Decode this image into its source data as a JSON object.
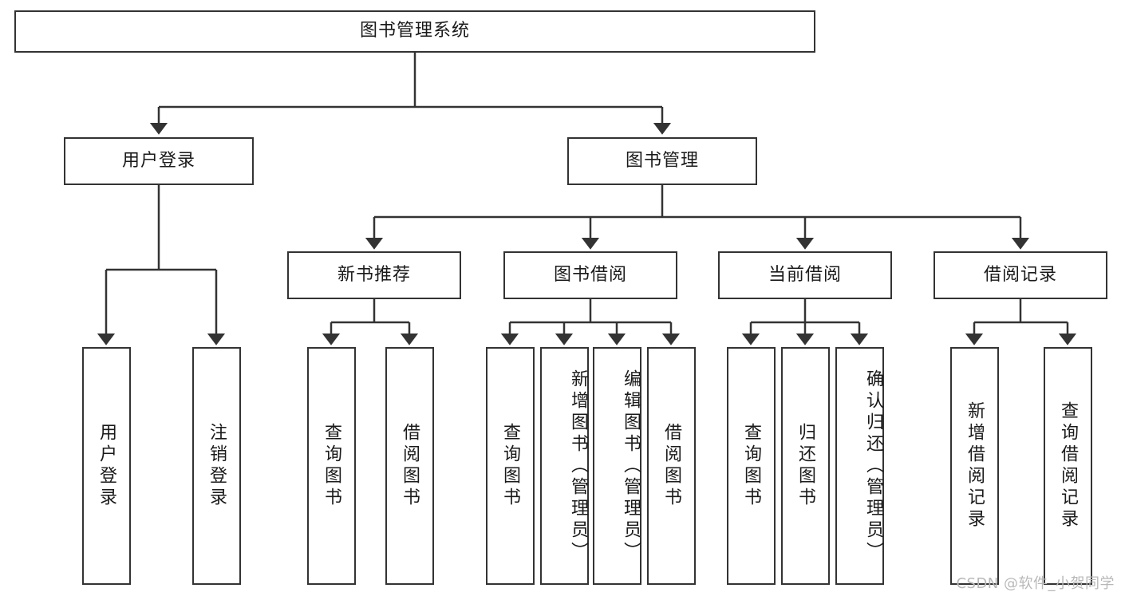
{
  "diagram": {
    "type": "tree",
    "title": "图书管理系统",
    "watermark": "CSDN @软件_小贺同学",
    "colors": {
      "border": "#333333",
      "background": "#ffffff",
      "text": "#1a1a1a",
      "watermark": "#b8b8b8"
    },
    "nodes": {
      "root": "图书管理系统",
      "level2": [
        "用户登录",
        "图书管理"
      ],
      "level3": [
        "新书推荐",
        "图书借阅",
        "当前借阅",
        "借阅记录"
      ],
      "leaves": {
        "user_login": [
          "用户登录",
          "注销登录"
        ],
        "new_book": [
          "查询图书",
          "借阅图书"
        ],
        "book_borrow": [
          "查询图书",
          "新增图书（管理员）",
          "编辑图书（管理员）",
          "借阅图书"
        ],
        "current_borrow": [
          "查询图书",
          "归还图书",
          "确认归还（管理员）"
        ],
        "borrow_record": [
          "新增借阅记录",
          "查询借阅记录"
        ]
      }
    }
  }
}
